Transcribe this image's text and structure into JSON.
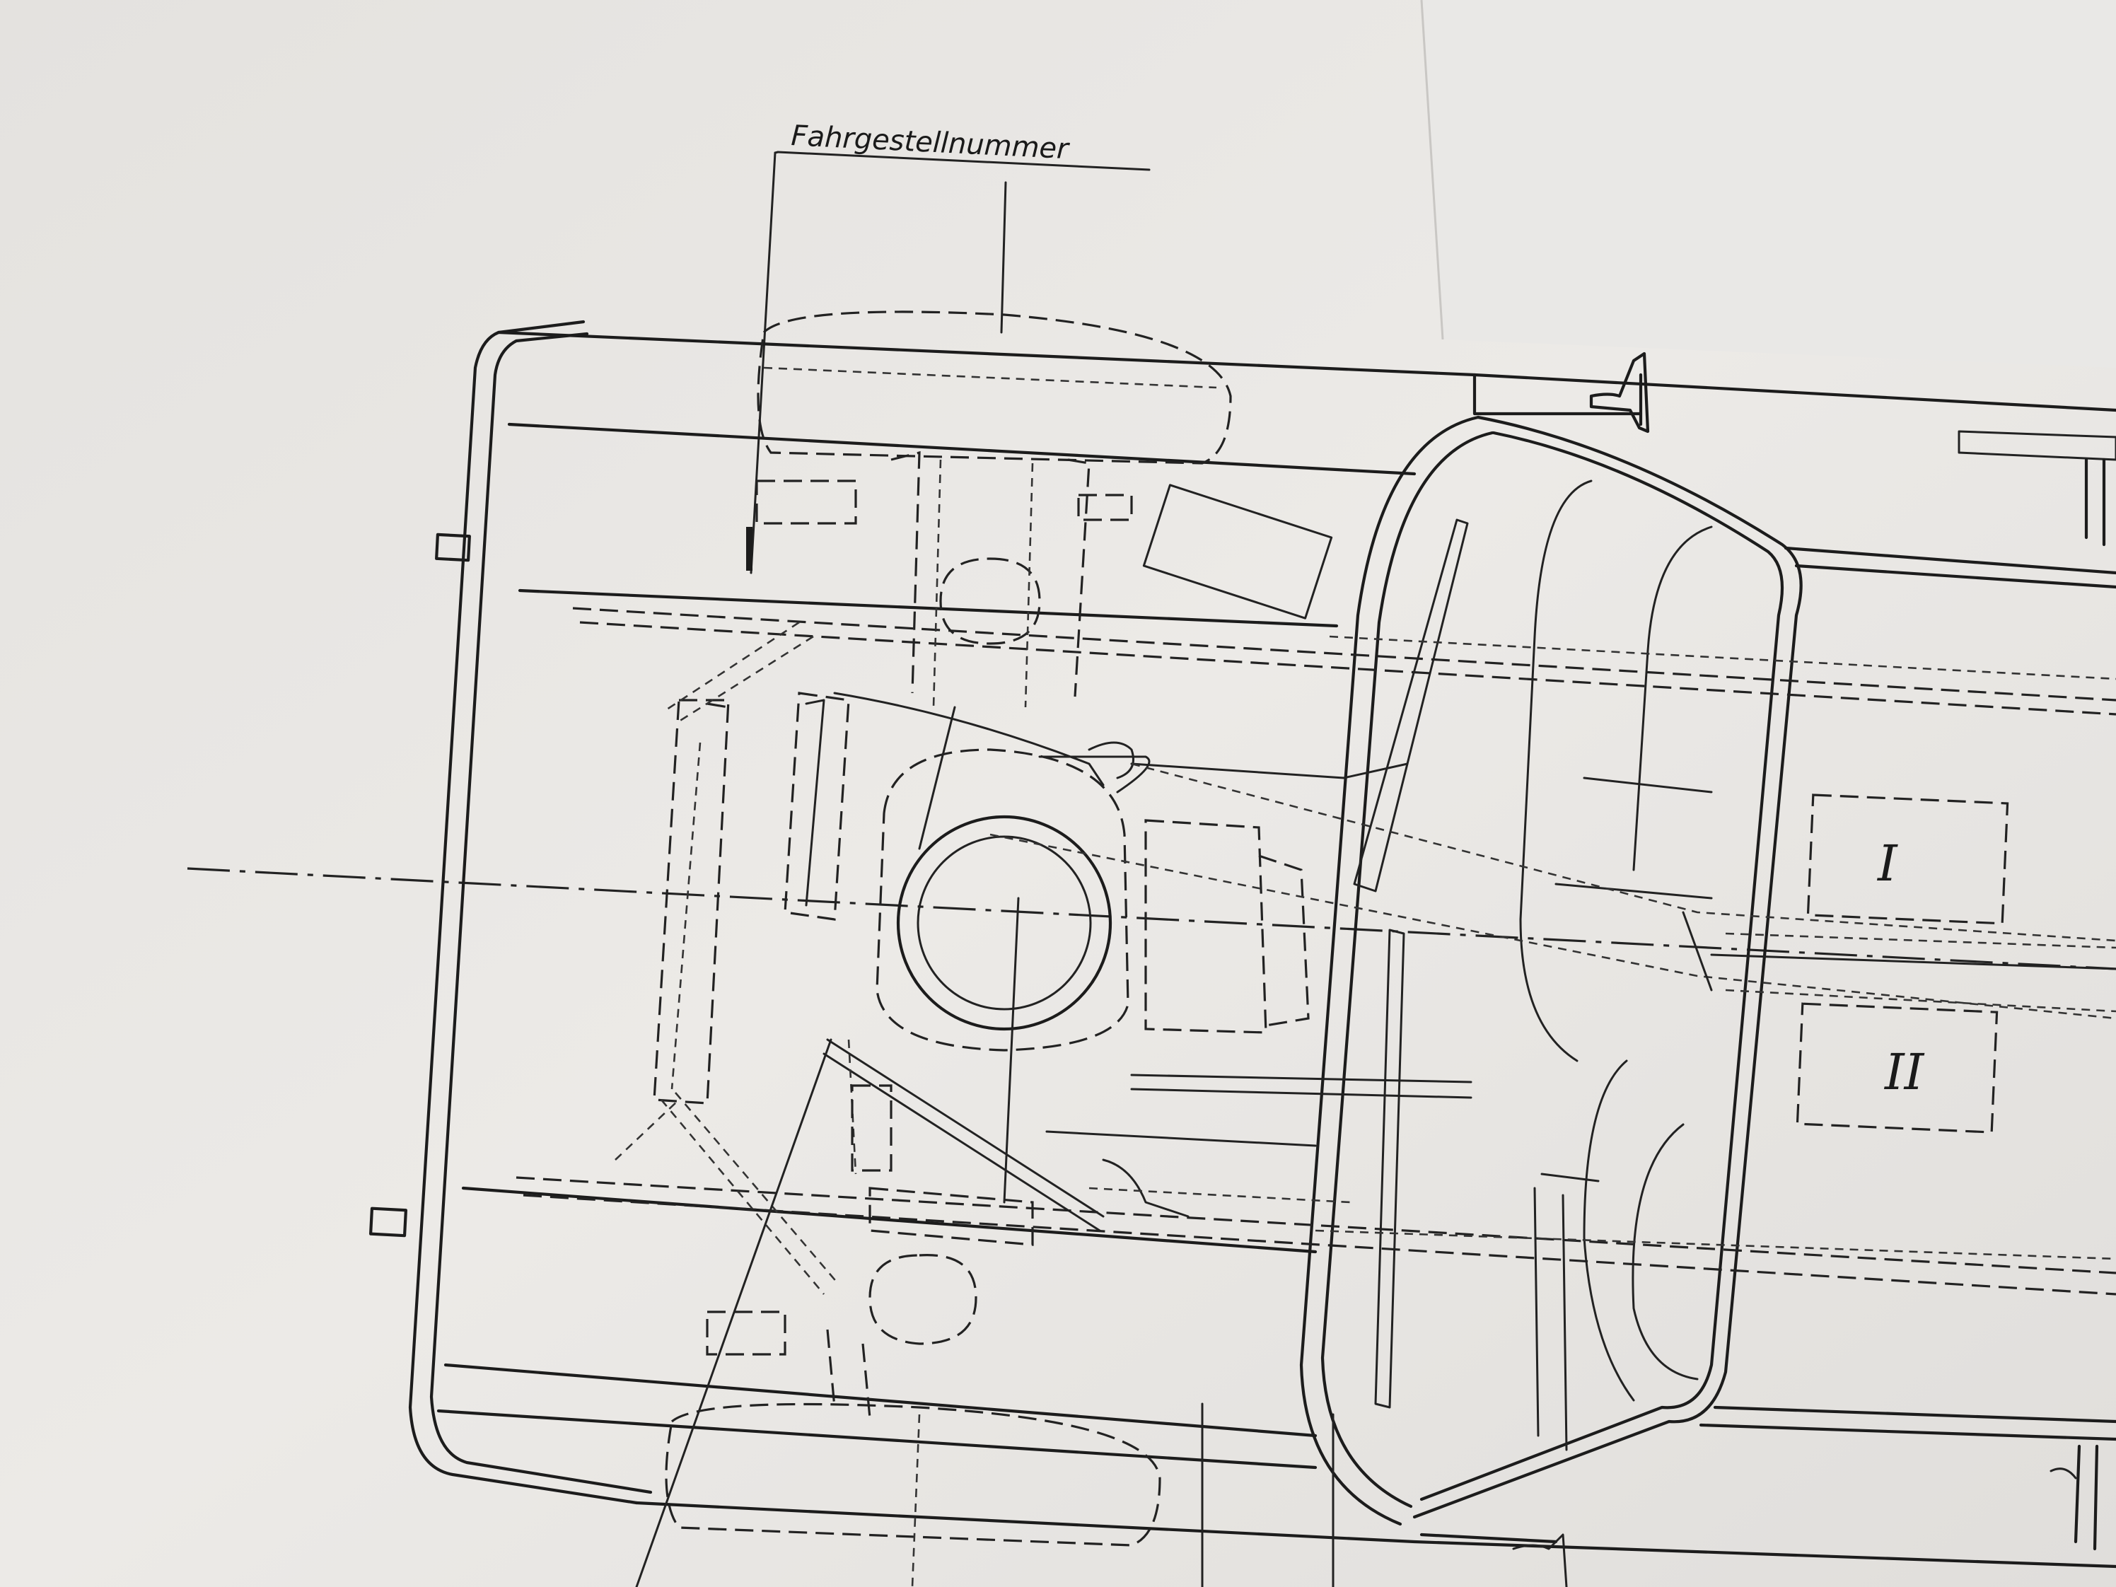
{
  "labels": {
    "chassis_number": "Fahrgestellnummer",
    "zone_one": "I",
    "zone_two": "II"
  }
}
